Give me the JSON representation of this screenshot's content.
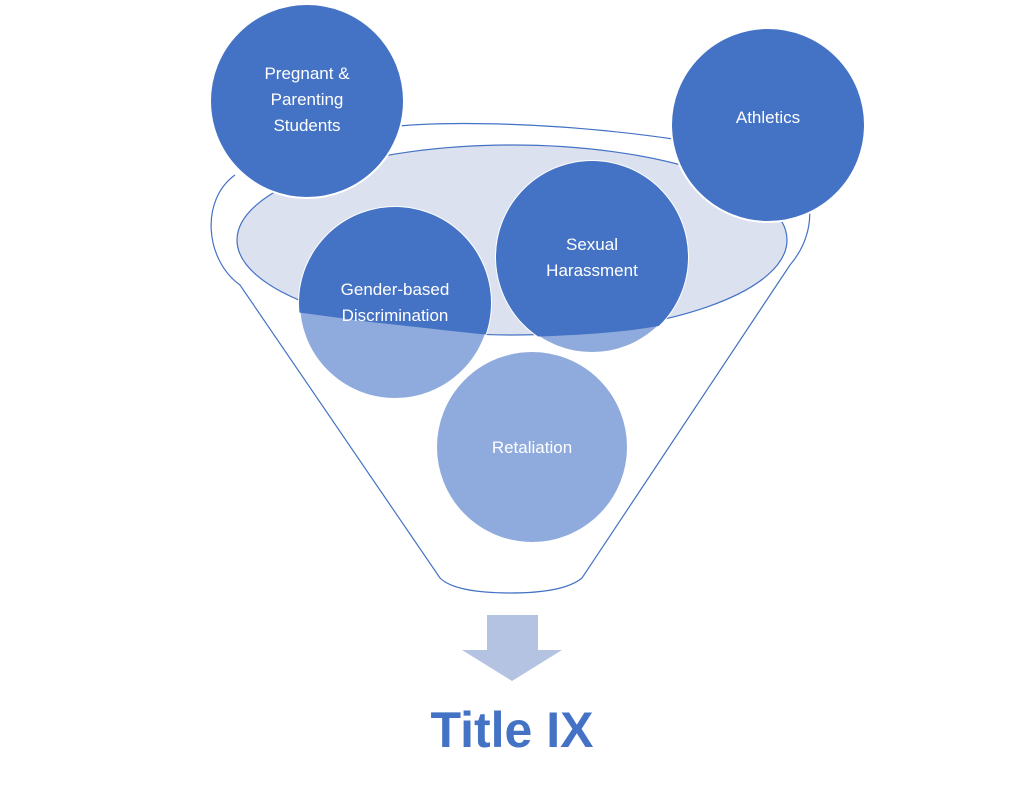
{
  "colors": {
    "dark_circle": "#4472c4",
    "light_circle": "#8faadc",
    "funnel_rim": "#dce1f0",
    "funnel_stroke": "#4472c4",
    "arrow": "#b4c3e1",
    "title": "#4472c4"
  },
  "nodes": {
    "pregnant": "Pregnant &\nParenting\nStudents",
    "athletics": "Athletics",
    "sexual_harassment": "Sexual\nHarassment",
    "gender_discrimination": "Gender-based\nDiscrimination",
    "retaliation": "Retaliation"
  },
  "title": "Title IX"
}
